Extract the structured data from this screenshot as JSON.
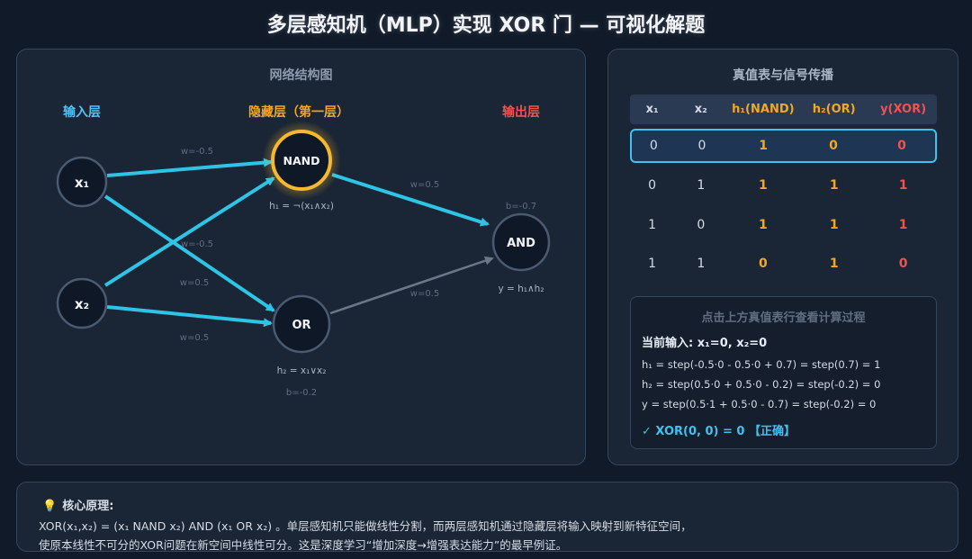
{
  "title": "多层感知机（MLP）实现 XOR 门 — 可视化解题",
  "network": {
    "panel_title": "网络结构图",
    "layers": {
      "input": "输入层",
      "hidden": "隐藏层（第一层）",
      "output": "输出层"
    },
    "nodes": {
      "x1": "x₁",
      "x2": "x₂",
      "nand": "NAND",
      "or": "OR",
      "and": "AND"
    },
    "weights": {
      "x1_nand": "w=-0.5",
      "x2_nand": "w=-0.5",
      "x1_or": "w=0.5",
      "x2_or": "w=0.5",
      "nand_and": "w=0.5",
      "or_and": "w=0.5"
    },
    "bias": {
      "and": "b=-0.7",
      "or": "b=-0.2"
    },
    "formulas": {
      "h1": "h₁ = ¬(x₁∧x₂)",
      "h2": "h₂ = x₁∨x₂",
      "y": "y = h₁∧h₂"
    },
    "colors": {
      "input_label": "#4fc3f7",
      "hidden_label": "#f5a623",
      "output_label": "#ef5350",
      "active_edge": "#2ec4e6",
      "inactive_edge": "#6b7788",
      "highlight_ring": "#f5b82e"
    }
  },
  "truth": {
    "panel_title": "真值表与信号传播",
    "headers": [
      "x₁",
      "x₂",
      "h₁(NAND)",
      "h₂(OR)",
      "y(XOR)"
    ],
    "rows": [
      [
        "0",
        "0",
        "1",
        "0",
        "0"
      ],
      [
        "0",
        "1",
        "1",
        "1",
        "1"
      ],
      [
        "1",
        "0",
        "1",
        "1",
        "1"
      ],
      [
        "1",
        "1",
        "0",
        "1",
        "0"
      ]
    ],
    "active_row": 0,
    "calc": {
      "title": "点击上方真值表行查看计算过程",
      "input": "当前输入: x₁=0, x₂=0",
      "line1": "h₁ = step(-0.5·0 - 0.5·0 + 0.7) = step(0.7) = 1",
      "line2": "h₂ = step(0.5·0 + 0.5·0 - 0.2) = step(-0.2) = 0",
      "line3": "y = step(0.5·1 + 0.5·0 - 0.7) = step(-0.2) = 0",
      "result": "✓ XOR(0, 0) = 0 【正确】"
    }
  },
  "principle": {
    "icon": "lightbulb-icon",
    "title": "核心原理:",
    "line1": "XOR(x₁,x₂) = (x₁ NAND x₂) AND (x₁ OR x₂) 。单层感知机只能做线性分割，而两层感知机通过隐藏层将输入映射到新特征空间，",
    "line2": "使原本线性不可分的XOR问题在新空间中线性可分。这是深度学习“增加深度→增强表达能力”的最早例证。"
  }
}
